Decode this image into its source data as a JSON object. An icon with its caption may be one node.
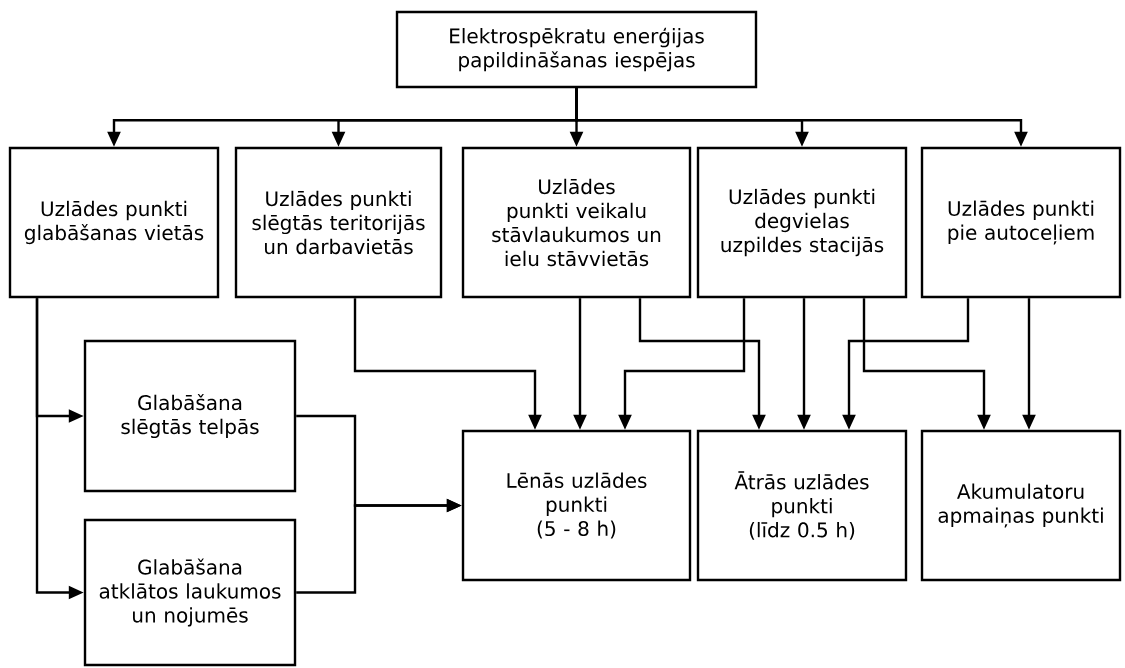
{
  "diagram": {
    "nodes": [
      {
        "text": [
          "Elektrospēkratu enerģijas papildināšanas iespējas"
        ]
      },
      {
        "text": [
          "Uzlādes punkti glabāšanas vietās"
        ]
      },
      {
        "text": [
          "Uzlādes punkti slēgtās teritorijās un darbavietās"
        ]
      },
      {
        "text": [
          "Uzlādes punkti veikalu stāvlaukumos un ielu stāvvietās"
        ]
      },
      {
        "text": [
          "Uzlādes punkti degvielas uzpildes stacijās"
        ]
      },
      {
        "text": [
          "Uzlādes punkti pie autoceļiem"
        ]
      },
      {
        "text": [
          "Glabāšana slēgtās telpās"
        ]
      },
      {
        "text": [
          "Glabāšana atklātos laukumos un nojumēs"
        ]
      },
      {
        "text": [
          "Lēnās uzlādes punkti",
          "(5 - 8 h)"
        ]
      },
      {
        "text": [
          "Ātrās uzlādes punkti",
          "(līdz 0.5 h)"
        ]
      },
      {
        "text": [
          "Akumulatoru apmaiņas punkti"
        ]
      }
    ],
    "edges": [
      {
        "from": 0,
        "to": 1,
        "arrow": "to"
      },
      {
        "from": 0,
        "to": 2,
        "arrow": "to"
      },
      {
        "from": 0,
        "to": 3,
        "arrow": "to"
      },
      {
        "from": 0,
        "to": 4,
        "arrow": "to"
      },
      {
        "from": 0,
        "to": 5,
        "arrow": "to"
      },
      {
        "from": 1,
        "to": 6,
        "arrow": "to"
      },
      {
        "from": 1,
        "to": 7,
        "arrow": "to"
      },
      {
        "from": 6,
        "to": 8,
        "arrow": "to"
      },
      {
        "from": 7,
        "to": 8,
        "arrow": "to"
      },
      {
        "from": 2,
        "to": 8,
        "arrow": "to"
      },
      {
        "from": 3,
        "to": 8,
        "arrow": "to"
      },
      {
        "from": 4,
        "to": 8,
        "arrow": "to"
      },
      {
        "from": 3,
        "to": 9,
        "arrow": "to"
      },
      {
        "from": 4,
        "to": 9,
        "arrow": "to"
      },
      {
        "from": 5,
        "to": 9,
        "arrow": "to"
      },
      {
        "from": 4,
        "to": 10,
        "arrow": "to"
      },
      {
        "from": 5,
        "to": 10,
        "arrow": "to"
      }
    ]
  }
}
